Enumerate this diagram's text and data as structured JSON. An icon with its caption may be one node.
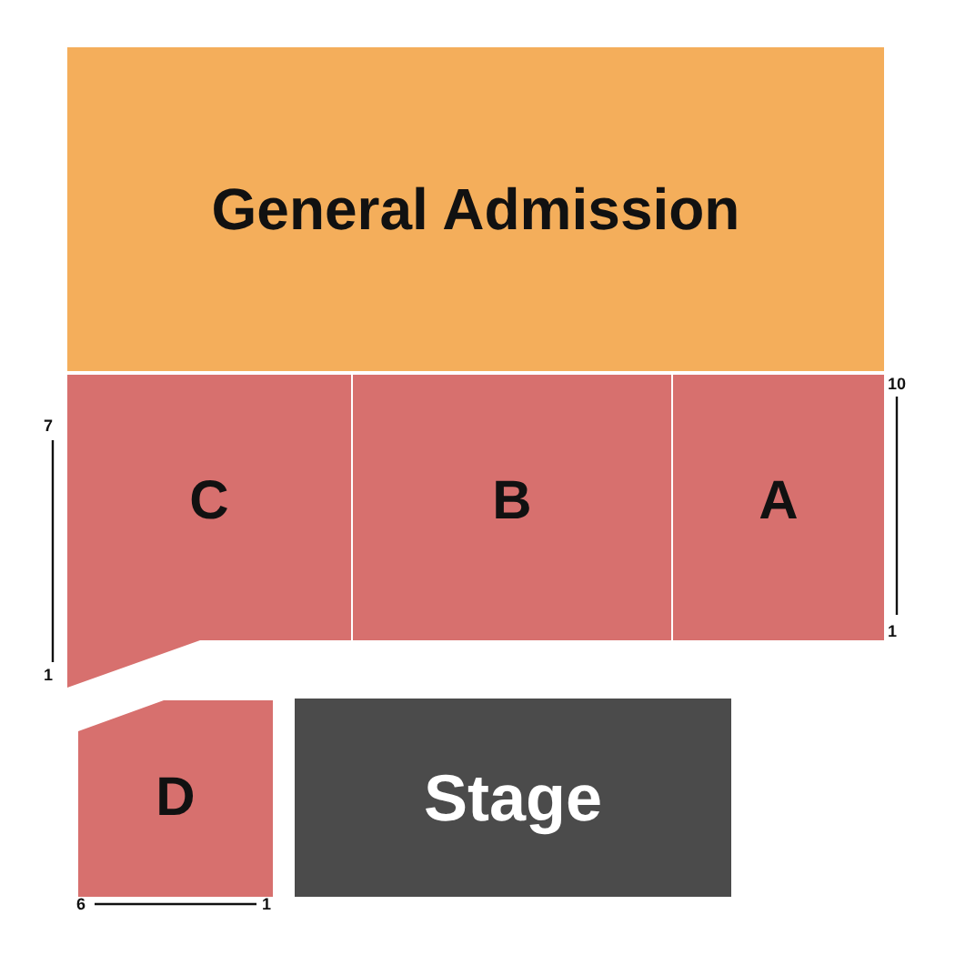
{
  "diagram": {
    "nodes": [
      {
        "text": [
          "General Admission"
        ]
      },
      {
        "text": [
          "C"
        ]
      },
      {
        "text": [
          "B"
        ]
      },
      {
        "text": [
          "A"
        ]
      },
      {
        "text": [
          "D"
        ]
      },
      {
        "text": [
          "Stage"
        ]
      }
    ],
    "labels": [
      "7",
      "1",
      "10",
      "1",
      "6",
      "1"
    ]
  }
}
